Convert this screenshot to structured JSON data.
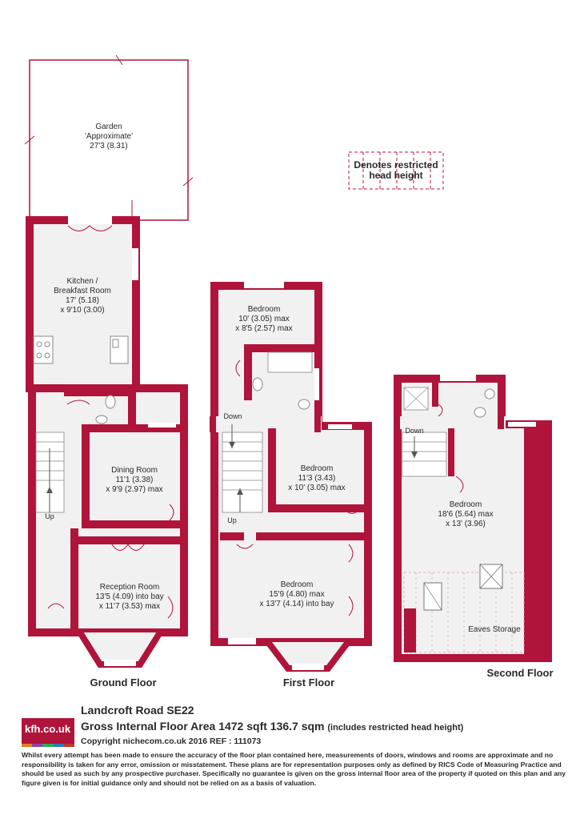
{
  "legend": {
    "line1": "Denotes restricted",
    "line2": "head height"
  },
  "colors": {
    "wall": "#b0143a",
    "floor": "#f1f1f1",
    "outline": "#b0143a"
  },
  "ground_floor": {
    "label": "Ground Floor",
    "garden": {
      "name": "Garden",
      "note": "'Approximate'",
      "dim": "27'3 (8.31)"
    },
    "kitchen": {
      "name": "Kitchen /",
      "name2": "Breakfast Room",
      "dim1": "17' (5.18)",
      "dim2": "x 9'10 (3.00)"
    },
    "dining": {
      "name": "Dining Room",
      "dim1": "11'1 (3.38)",
      "dim2": "x 9'9 (2.97) max"
    },
    "reception": {
      "name": "Reception Room",
      "dim1": "13'5 (4.09) into bay",
      "dim2": "x 11'7 (3.53) max"
    },
    "stair_label": "Up"
  },
  "first_floor": {
    "label": "First Floor",
    "bedroom_rear": {
      "name": "Bedroom",
      "dim1": "10' (3.05) max",
      "dim2": "x 8'5 (2.57) max"
    },
    "bedroom_mid": {
      "name": "Bedroom",
      "dim1": "11'3 (3.43)",
      "dim2": "x 10' (3.05) max"
    },
    "bedroom_front": {
      "name": "Bedroom",
      "dim1": "15'9 (4.80) max",
      "dim2": "x 13'7 (4.14) into bay"
    },
    "down_label": "Down",
    "up_label": "Up"
  },
  "second_floor": {
    "label": "Second Floor",
    "bedroom": {
      "name": "Bedroom",
      "dim1": "18'6 (5.64) max",
      "dim2": "x 13' (3.96)"
    },
    "eaves": "Eaves Storage",
    "down_label": "Down"
  },
  "footer": {
    "logo": "kfh.co.uk",
    "logo_colors": [
      "#e67e22",
      "#8e44ad",
      "#27ae60",
      "#2980b9",
      "#c0392b"
    ],
    "address": "Landcroft Road SE22",
    "gia": "Gross Internal Floor Area 1472 sqft 136.7 sqm",
    "gia_note": "(includes restricted head height)",
    "copyright": "Copyright nichecom.co.uk 2016 REF : 111073",
    "disclaimer": "Whilst every attempt has been made to ensure the accuracy of the floor plan contained here, measurements of doors, windows and rooms are approximate and no responsibility is taken for any error, omission or misstatement.  These plans are for representation purposes only as defined by RICS Code of Measuring Practice and should be used as such by any prospective purchaser.  Specifically no guarantee is given on the gross internal floor area of the property if quoted on this plan and any figure given is for initial guidance only and should not be relied on as a basis of valuation."
  }
}
